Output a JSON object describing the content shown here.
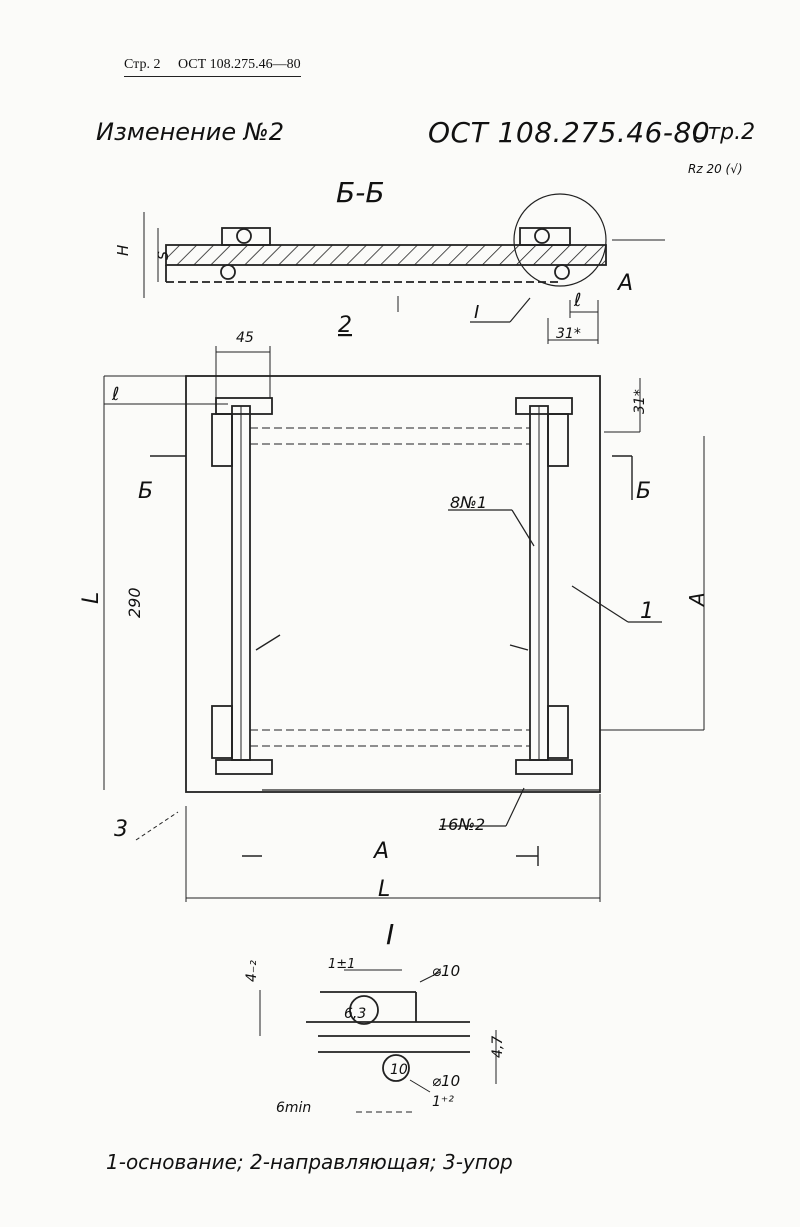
{
  "header": {
    "page": "Стр. 2",
    "standard": "ОСТ 108.275.46—80"
  },
  "title": {
    "change": "Изменение №2",
    "code": "ОСТ 108.275.46-80",
    "page": "Стр.2"
  },
  "roughness": "Rz 20 (√)",
  "section_label": "Б-Б",
  "dims": {
    "h": "H",
    "s": "S",
    "l": "ℓ",
    "dim31": "31*",
    "dim45": "45",
    "dim290": "290",
    "L": "L",
    "A": "A",
    "B": "Б",
    "n2": "2",
    "n1": "1",
    "n3": "3",
    "weld1": "8№1",
    "weld2": "16№2",
    "roman1": "I",
    "d10a": "⌀10",
    "d10b": "⌀10",
    "tol1": "1±1",
    "tol2": "1⁺²",
    "v4": "4₋₂",
    "v47": "4,7",
    "r63": "6,3",
    "r10": "10",
    "cmin": "6min"
  },
  "caption": "1-основание; 2-направляющая; 3-упор"
}
